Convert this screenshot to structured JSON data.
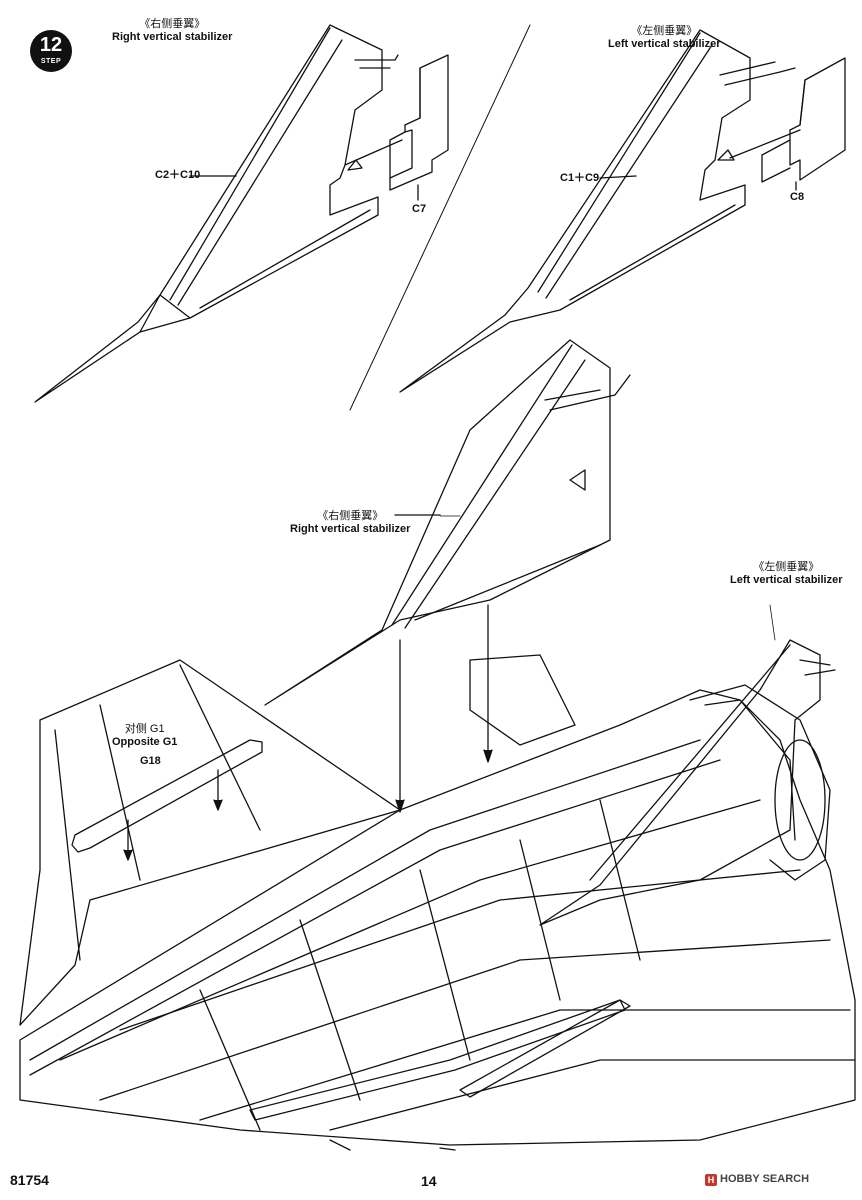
{
  "step": {
    "number": "12",
    "word": "STEP"
  },
  "labels": {
    "top_right_stab_zh": "《右侧垂翼》",
    "top_right_stab_en": "Right vertical stabilizer",
    "top_left_stab_zh": "《左侧垂翼》",
    "top_left_stab_en": "Left vertical stabilizer",
    "part_c2_c10": "C2＋C10",
    "part_c7": "C7",
    "part_c1_c9": "C1＋C9",
    "part_c8": "C8",
    "mid_right_stab_zh": "《右侧垂翼》",
    "mid_right_stab_en": "Right vertical stabilizer",
    "mid_left_stab_zh": "《左侧垂翼》",
    "mid_left_stab_en": "Left vertical stabilizer",
    "opposite_g1_zh": "对侧 G1",
    "opposite_g1_en": "Opposite G1",
    "part_g18": "G18"
  },
  "footer": {
    "product_code": "81754",
    "page_number": "14",
    "watermark": "HOBBY SEARCH",
    "watermark_logo": "H"
  }
}
